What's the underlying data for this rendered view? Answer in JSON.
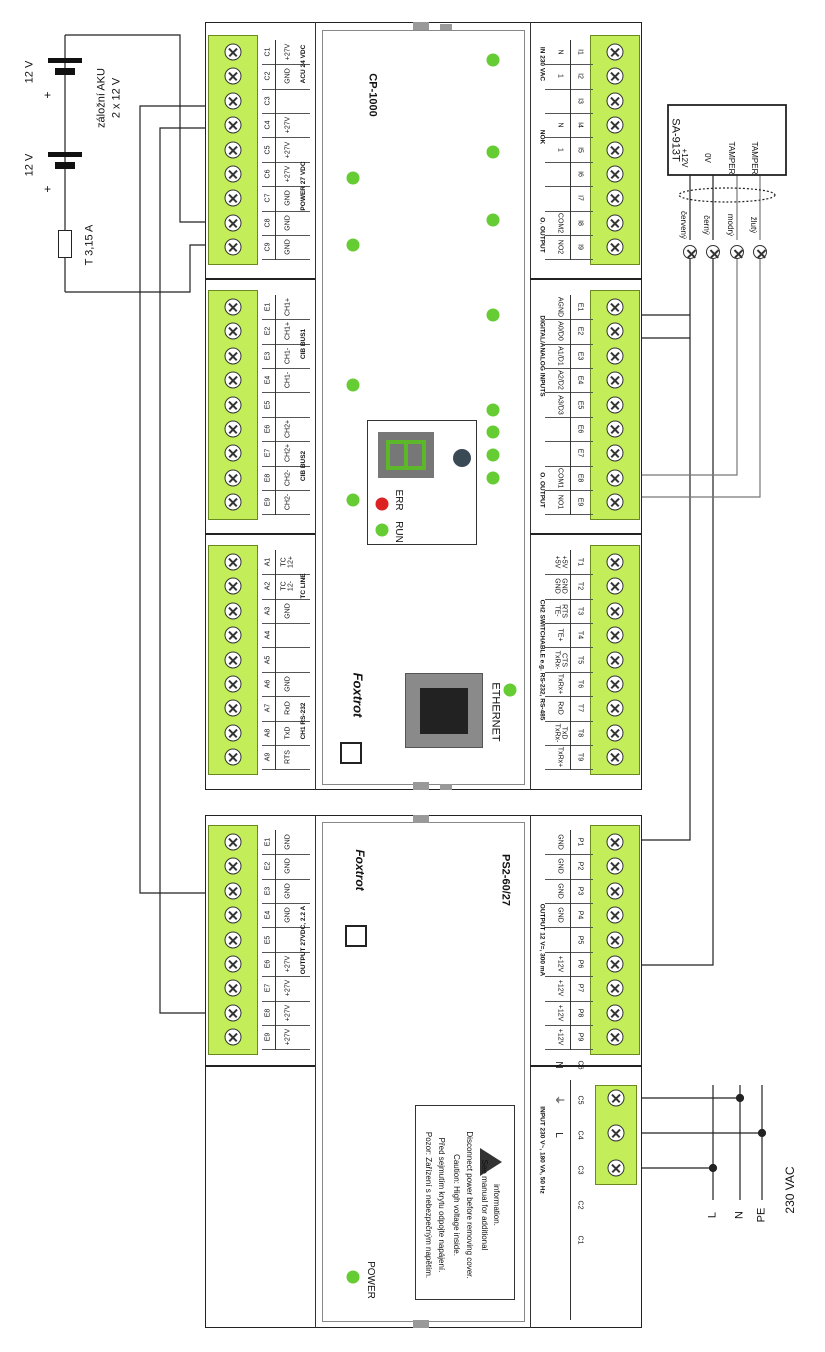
{
  "battery": {
    "v1": "12 V",
    "v2": "12 V",
    "plus1": "+",
    "plus2": "+",
    "desc1": "záložní AKU",
    "desc2": "2 x 12 V",
    "fuse": "T 3,15 A"
  },
  "cp": {
    "title": "CP-1000",
    "logo": "Foxtrot",
    "ethernet": "ETHERNET",
    "run": "RUN",
    "err": "ERR",
    "display": "8"
  },
  "ps": {
    "title": "PS2-60/27",
    "logo": "Foxtrot",
    "power": "POWER",
    "warning": [
      "Pozor: Zařízení s nebezpečným napětím.",
      "Před sejmutím krytu odpojte napájení.",
      "Caution: High voltage inside.",
      "Disconnect power before removing cover.",
      "See manual for additional",
      "information."
    ]
  },
  "sensor": {
    "name": "SA-913T",
    "pins": [
      "+12V",
      "0V",
      "TAMPER",
      "TAMPER"
    ],
    "wires": [
      "červený",
      "černý",
      "modrý",
      "žlutý"
    ]
  },
  "mains": {
    "label": "230 VAC",
    "lines": [
      "L",
      "N",
      "PE"
    ]
  },
  "blocks": {
    "c": {
      "groups": [
        "ACU 24 VDC",
        "POWER 27 VDC"
      ],
      "terms": [
        [
          "C1",
          "+27V"
        ],
        [
          "C2",
          "GND"
        ],
        [
          "C3",
          ""
        ],
        [
          "C4",
          "+27V"
        ],
        [
          "C5",
          "+27V"
        ],
        [
          "C6",
          "+27V"
        ],
        [
          "C7",
          "GND"
        ],
        [
          "C8",
          "GND"
        ],
        [
          "C9",
          "GND"
        ]
      ]
    },
    "el": {
      "groups": [
        "CIB BUS1",
        "CIB BUS2"
      ],
      "terms": [
        [
          "E1",
          "CH1+"
        ],
        [
          "E2",
          "CH1+"
        ],
        [
          "E3",
          "CH1-"
        ],
        [
          "E4",
          "CH1-"
        ],
        [
          "E5",
          ""
        ],
        [
          "E6",
          "CH2+"
        ],
        [
          "E7",
          "CH2+"
        ],
        [
          "E8",
          "CH2-"
        ],
        [
          "E9",
          "CH2-"
        ]
      ]
    },
    "a": {
      "groups": [
        "TC LINE",
        "CH1 RS-232"
      ],
      "terms": [
        [
          "A1",
          "TC 12+"
        ],
        [
          "A2",
          "TC 12-"
        ],
        [
          "A3",
          "GND"
        ],
        [
          "A4",
          ""
        ],
        [
          "A5",
          ""
        ],
        [
          "A6",
          "GND"
        ],
        [
          "A7",
          "RxD"
        ],
        [
          "A8",
          "TxD"
        ],
        [
          "A9",
          "RTS"
        ]
      ]
    },
    "i": {
      "groups": [
        "IN 230 VAC",
        "NOK",
        "O. OUTPUT"
      ],
      "terms": [
        [
          "I1",
          "N"
        ],
        [
          "I2",
          "1"
        ],
        [
          "I3",
          ""
        ],
        [
          "I4",
          "N"
        ],
        [
          "I5",
          "1"
        ],
        [
          "I6",
          ""
        ],
        [
          "I7",
          ""
        ],
        [
          "I8",
          "COM2"
        ],
        [
          "I9",
          "NO2"
        ]
      ]
    },
    "er": {
      "groups": [
        "DIGITAL/ANALOG INPUTS",
        "O. OUTPUT"
      ],
      "terms": [
        [
          "E1",
          "AGND"
        ],
        [
          "E2",
          "A0/D0"
        ],
        [
          "E3",
          "A1/D1"
        ],
        [
          "E4",
          "A2/D2"
        ],
        [
          "E5",
          "A3/D3"
        ],
        [
          "E6",
          ""
        ],
        [
          "E7",
          ""
        ],
        [
          "E8",
          "COM1"
        ],
        [
          "E9",
          "NO1"
        ]
      ]
    },
    "t": {
      "groups": [
        "CH2 SWITCHABLE e.g. RS-232, RS-485"
      ],
      "terms": [
        [
          "T1",
          "+5V +5V"
        ],
        [
          "T2",
          "GND GND"
        ],
        [
          "T3",
          "RTS TE-"
        ],
        [
          "T4",
          "TE+"
        ],
        [
          "T5",
          "CTS TxRx-"
        ],
        [
          "T6",
          "TxRx+"
        ],
        [
          "T7",
          "RxD"
        ],
        [
          "T8",
          "TxD TxRx-"
        ],
        [
          "T9",
          "TxRx+"
        ]
      ]
    },
    "pl": {
      "groups": [
        "OUTPUT 27VDC, 2.2 A"
      ],
      "terms": [
        [
          "E1",
          "GND"
        ],
        [
          "E2",
          "GND"
        ],
        [
          "E3",
          "GND"
        ],
        [
          "E4",
          "GND"
        ],
        [
          "E5",
          ""
        ],
        [
          "E6",
          "+27V"
        ],
        [
          "E7",
          "+27V"
        ],
        [
          "E8",
          "+27V"
        ],
        [
          "E9",
          "+27V"
        ]
      ]
    },
    "pr": {
      "groups": [
        "OUTPUT 12 V=, 300 mA"
      ],
      "terms": [
        [
          "P1",
          "GND"
        ],
        [
          "P2",
          "GND"
        ],
        [
          "P3",
          "GND"
        ],
        [
          "P4",
          "GND"
        ],
        [
          "P5",
          ""
        ],
        [
          "P6",
          "+12V"
        ],
        [
          "P7",
          "+12V"
        ],
        [
          "P8",
          "+12V"
        ],
        [
          "P9",
          "+12V"
        ]
      ]
    },
    "in": {
      "groups": [
        "INPUT 230 V~, 180 VA, 50 Hz"
      ],
      "terms": [
        [
          "C1",
          ""
        ],
        [
          "C2",
          ""
        ],
        [
          "C3",
          ""
        ],
        [
          "C4",
          "L"
        ],
        [
          "C5",
          "⏚"
        ],
        [
          "C6",
          "N"
        ]
      ]
    }
  },
  "colors": {
    "terminal": "#c3ee5a",
    "led": "#66cc33",
    "led_err": "#dd2222"
  }
}
